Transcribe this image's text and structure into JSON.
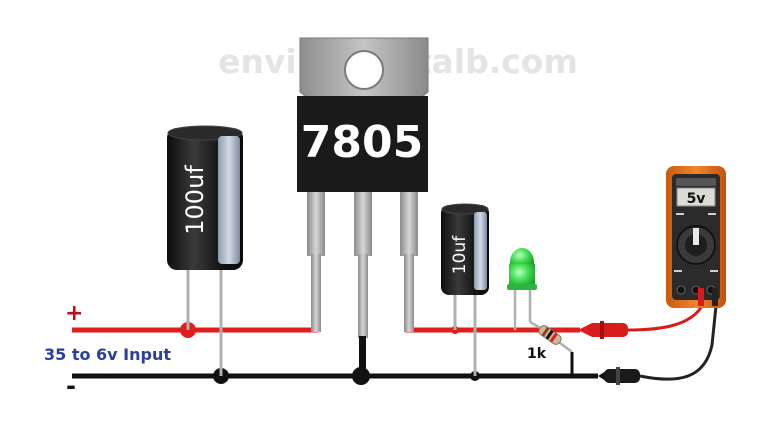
{
  "watermark": "envirementalb.com",
  "regulator": {
    "part_number": "7805"
  },
  "capacitors": {
    "input": {
      "label": "100uf"
    },
    "output": {
      "label": "10uf"
    }
  },
  "resistor": {
    "label": "1k"
  },
  "input_rail": {
    "positive_symbol": "+",
    "negative_symbol": "-",
    "voltage_label": "35 to 6v Input"
  },
  "multimeter": {
    "reading": "5v"
  },
  "colors": {
    "positive_wire": "#e01e1e",
    "negative_wire": "#111111",
    "input_label": "#2a3f9a",
    "regulator_body": "#1a1a1a",
    "regulator_tab": "#9a9a9a",
    "capacitor_body": "#1c1c1c",
    "capacitor_stripe": "#b9c4d6",
    "led": "#3fdc4f",
    "multimeter_body": "#e8741c"
  }
}
